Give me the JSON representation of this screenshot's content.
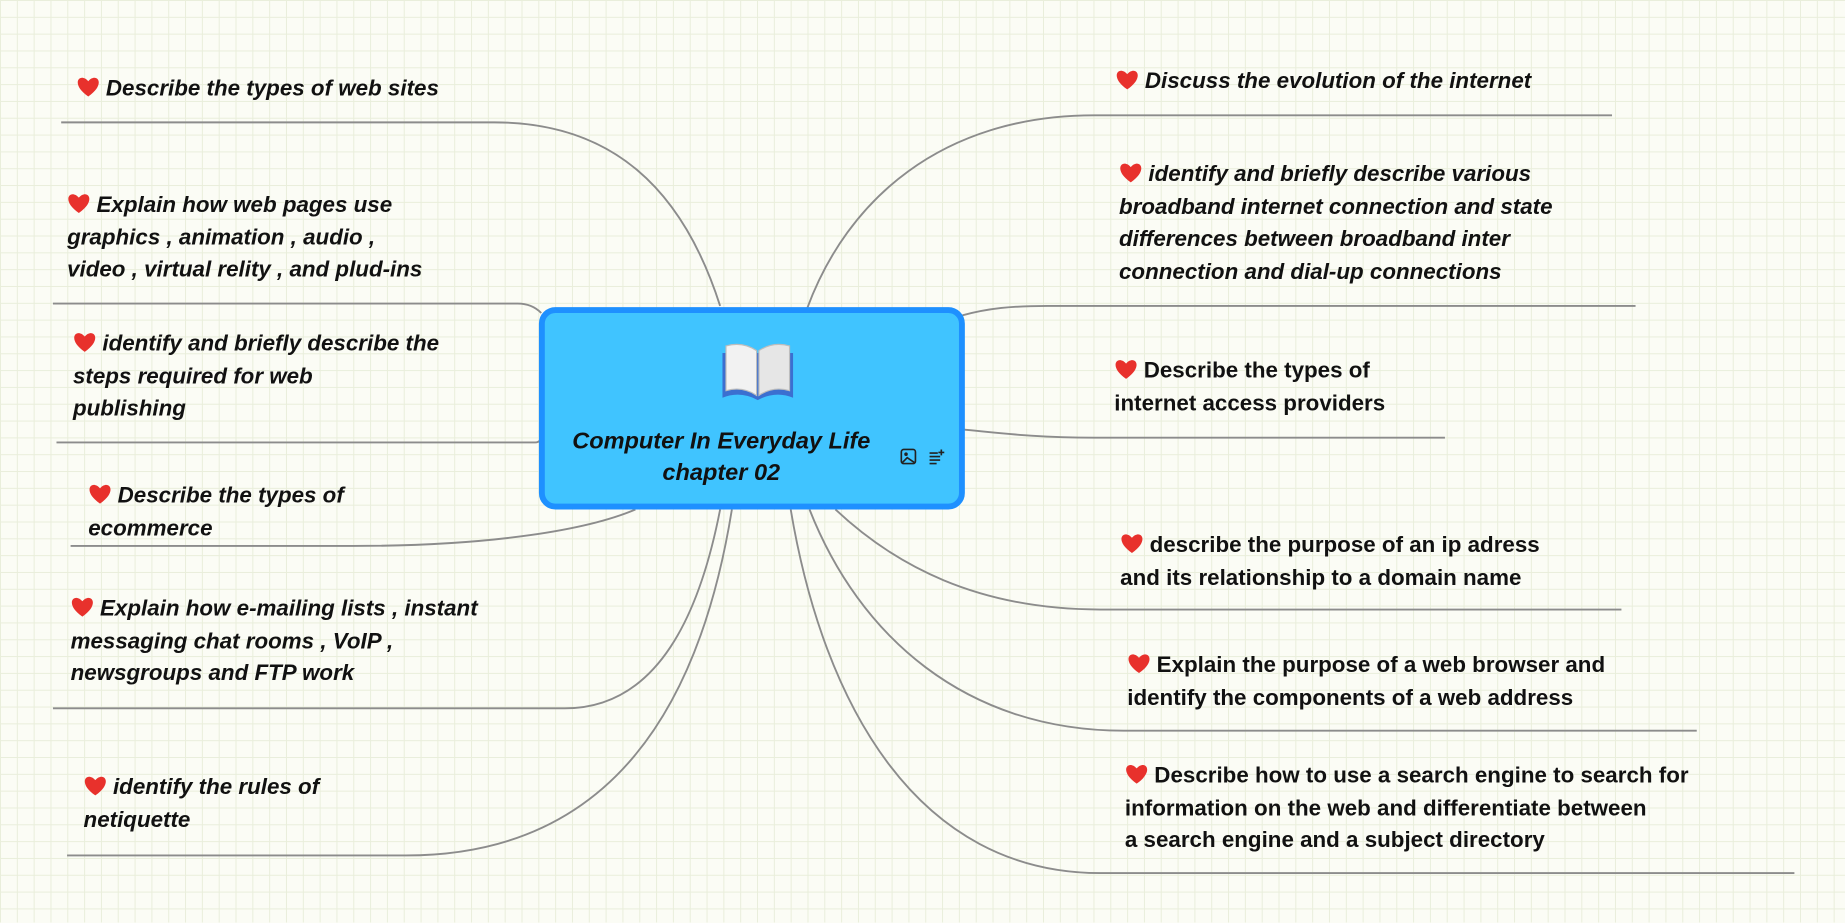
{
  "central": {
    "title_line1": "Computer In Everyday Life",
    "title_line2": "chapter 02",
    "icon": "open-book-icon",
    "actions": [
      "image-icon",
      "add-note-icon"
    ]
  },
  "colors": {
    "central_fill": "#40c4ff",
    "central_border": "#1e90ff",
    "link": "#8c8c8c",
    "heart": "#e8312c"
  },
  "left_topics": [
    {
      "text": "Describe the types of web sites"
    },
    {
      "text": "Explain how web pages use\ngraphics , animation , audio ,\nvideo , virtual relity , and plud-ins"
    },
    {
      "text": "identify and briefly describe the\nsteps required for web\npublishing"
    },
    {
      "text": "Describe the types of\necommerce"
    },
    {
      "text": "Explain how e-mailing lists , instant\nmessaging chat rooms , VoIP ,\nnewsgroups and FTP work"
    },
    {
      "text": "identify the rules of\nnetiquette"
    }
  ],
  "right_topics": [
    {
      "text": "Discuss the evolution of the internet"
    },
    {
      "text": "identify and briefly describe various\nbroadband internet connection and state\ndifferences between broadband inter\nconnection and dial-up connections"
    },
    {
      "text": "Describe the types of\ninternet access providers"
    },
    {
      "text": "describe the purpose of an ip adress\nand its relationship to a domain name"
    },
    {
      "text": "Explain the purpose of a web browser and\nidentify the components of a web address"
    },
    {
      "text": "Describe how to use a search engine to search for\ninformation on the web and differentiate between\na search engine and a subject directory"
    }
  ]
}
